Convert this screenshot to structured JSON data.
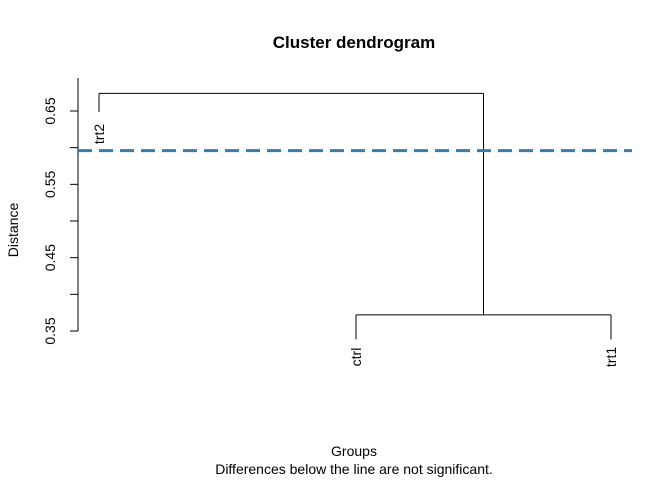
{
  "chart_data": {
    "type": "dendrogram",
    "title": "Cluster dendrogram",
    "xlabel": "Groups",
    "ylabel": "Distance",
    "subtitle": "Differences below the line are not significant.",
    "ylim": [
      0.35,
      0.7
    ],
    "y_ticks": [
      0.35,
      0.45,
      0.55,
      0.65
    ],
    "y_tick_labels": [
      "0.35",
      "0.45",
      "0.55",
      "0.65"
    ],
    "leaves": [
      {
        "label": "trt2",
        "height": 0.674
      },
      {
        "label": "ctrl",
        "height": 0.37
      },
      {
        "label": "trt1",
        "height": 0.37
      }
    ],
    "merges": [
      {
        "left": "ctrl",
        "right": "trt1",
        "height": 0.372
      },
      {
        "left": "trt2",
        "right": "ctrl+trt1",
        "height": 0.674
      }
    ],
    "significance_line": {
      "value": 0.596,
      "color": "#3a7ca5",
      "style": "dashed"
    },
    "line_color": "#000000",
    "grid": false
  }
}
